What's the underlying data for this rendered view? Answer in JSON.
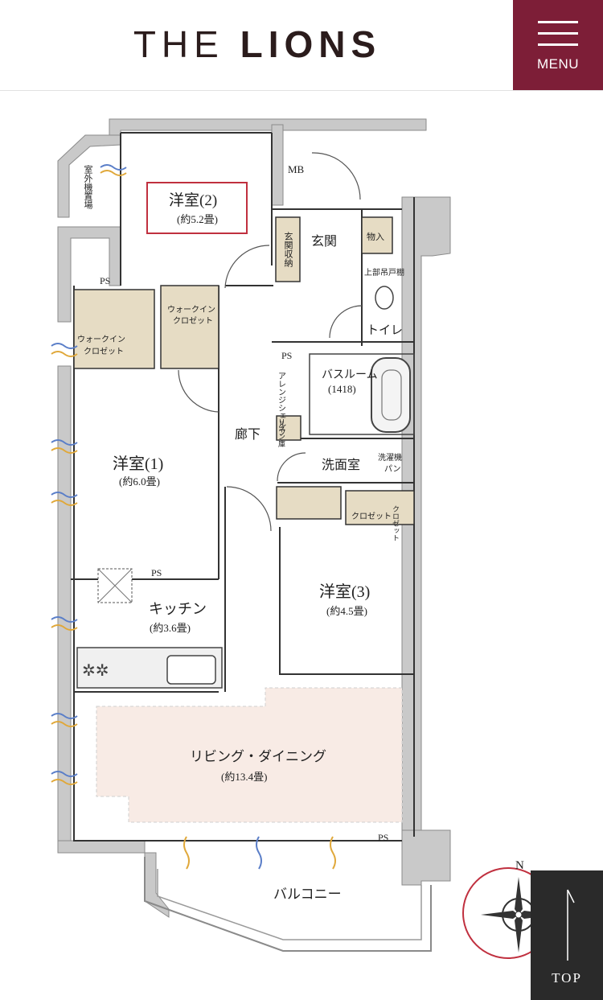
{
  "header": {
    "logo_the": "THE",
    "logo_lions": "LIONS",
    "menu_label": "MENU"
  },
  "plan": {
    "rooms": {
      "room2_name": "洋室(2)",
      "room2_size": "(約5.2畳)",
      "room1_name": "洋室(1)",
      "room1_size": "(約6.0畳)",
      "room3_name": "洋室(3)",
      "room3_size": "(約4.5畳)",
      "kitchen_name": "キッチン",
      "kitchen_size": "(約3.6畳)",
      "living_name": "リビング・ダイニング",
      "living_size": "(約13.4畳)",
      "balcony": "バルコニー",
      "entrance": "玄関",
      "toilet": "トイレ",
      "bathroom": "バスルーム",
      "bathroom_size": "(1418)",
      "washroom": "洗面室",
      "hallway": "廊下"
    },
    "labels": {
      "mb": "MB",
      "ps_top": "PS",
      "ps_hall": "PS",
      "ps_kitchen": "PS",
      "ps_bottom": "PS",
      "outdoor_unit": "室外機置場",
      "entrance_storage": "玄関収納",
      "storage_in": "物入",
      "upper_cabinet": "上部吊戸棚",
      "walkin_a_1": "ウォークイン",
      "walkin_a_2": "クロゼット",
      "walkin_b_1": "ウォークイン",
      "walkin_b_2": "クロゼット",
      "arrange_shelf": "アレンジシェルフ",
      "linen": "リネン庫",
      "washer_1": "洗濯機",
      "washer_2": "パン",
      "closet": "クロゼット",
      "closet_small": "クロゼット"
    }
  },
  "compass": {
    "north": "N"
  },
  "top_button": {
    "label": "TOP"
  }
}
